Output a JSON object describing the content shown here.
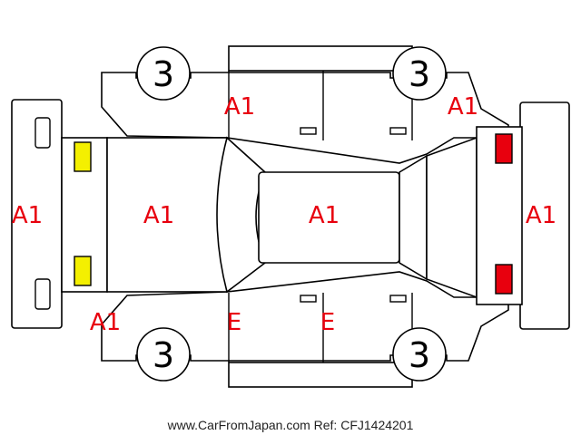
{
  "colors": {
    "damage_code": "#e8000e",
    "outline": "#000000",
    "headlight": "#f4f000",
    "taillight": "#e8000e"
  },
  "damage_codes": {
    "front_bumper": "A1",
    "hood": "A1",
    "roof": "A1",
    "rear_bumper": "A1",
    "front_left_fender": "A1",
    "front_right_fender": "A1",
    "left_front_door": "E",
    "left_rear_door": "E",
    "right_rear_quarter": "A1"
  },
  "tires": {
    "front_right": "3",
    "rear_right": "3",
    "front_left": "3",
    "rear_left": "3"
  },
  "footer": "www.CarFromJapan.com Ref: CFJ1424201"
}
